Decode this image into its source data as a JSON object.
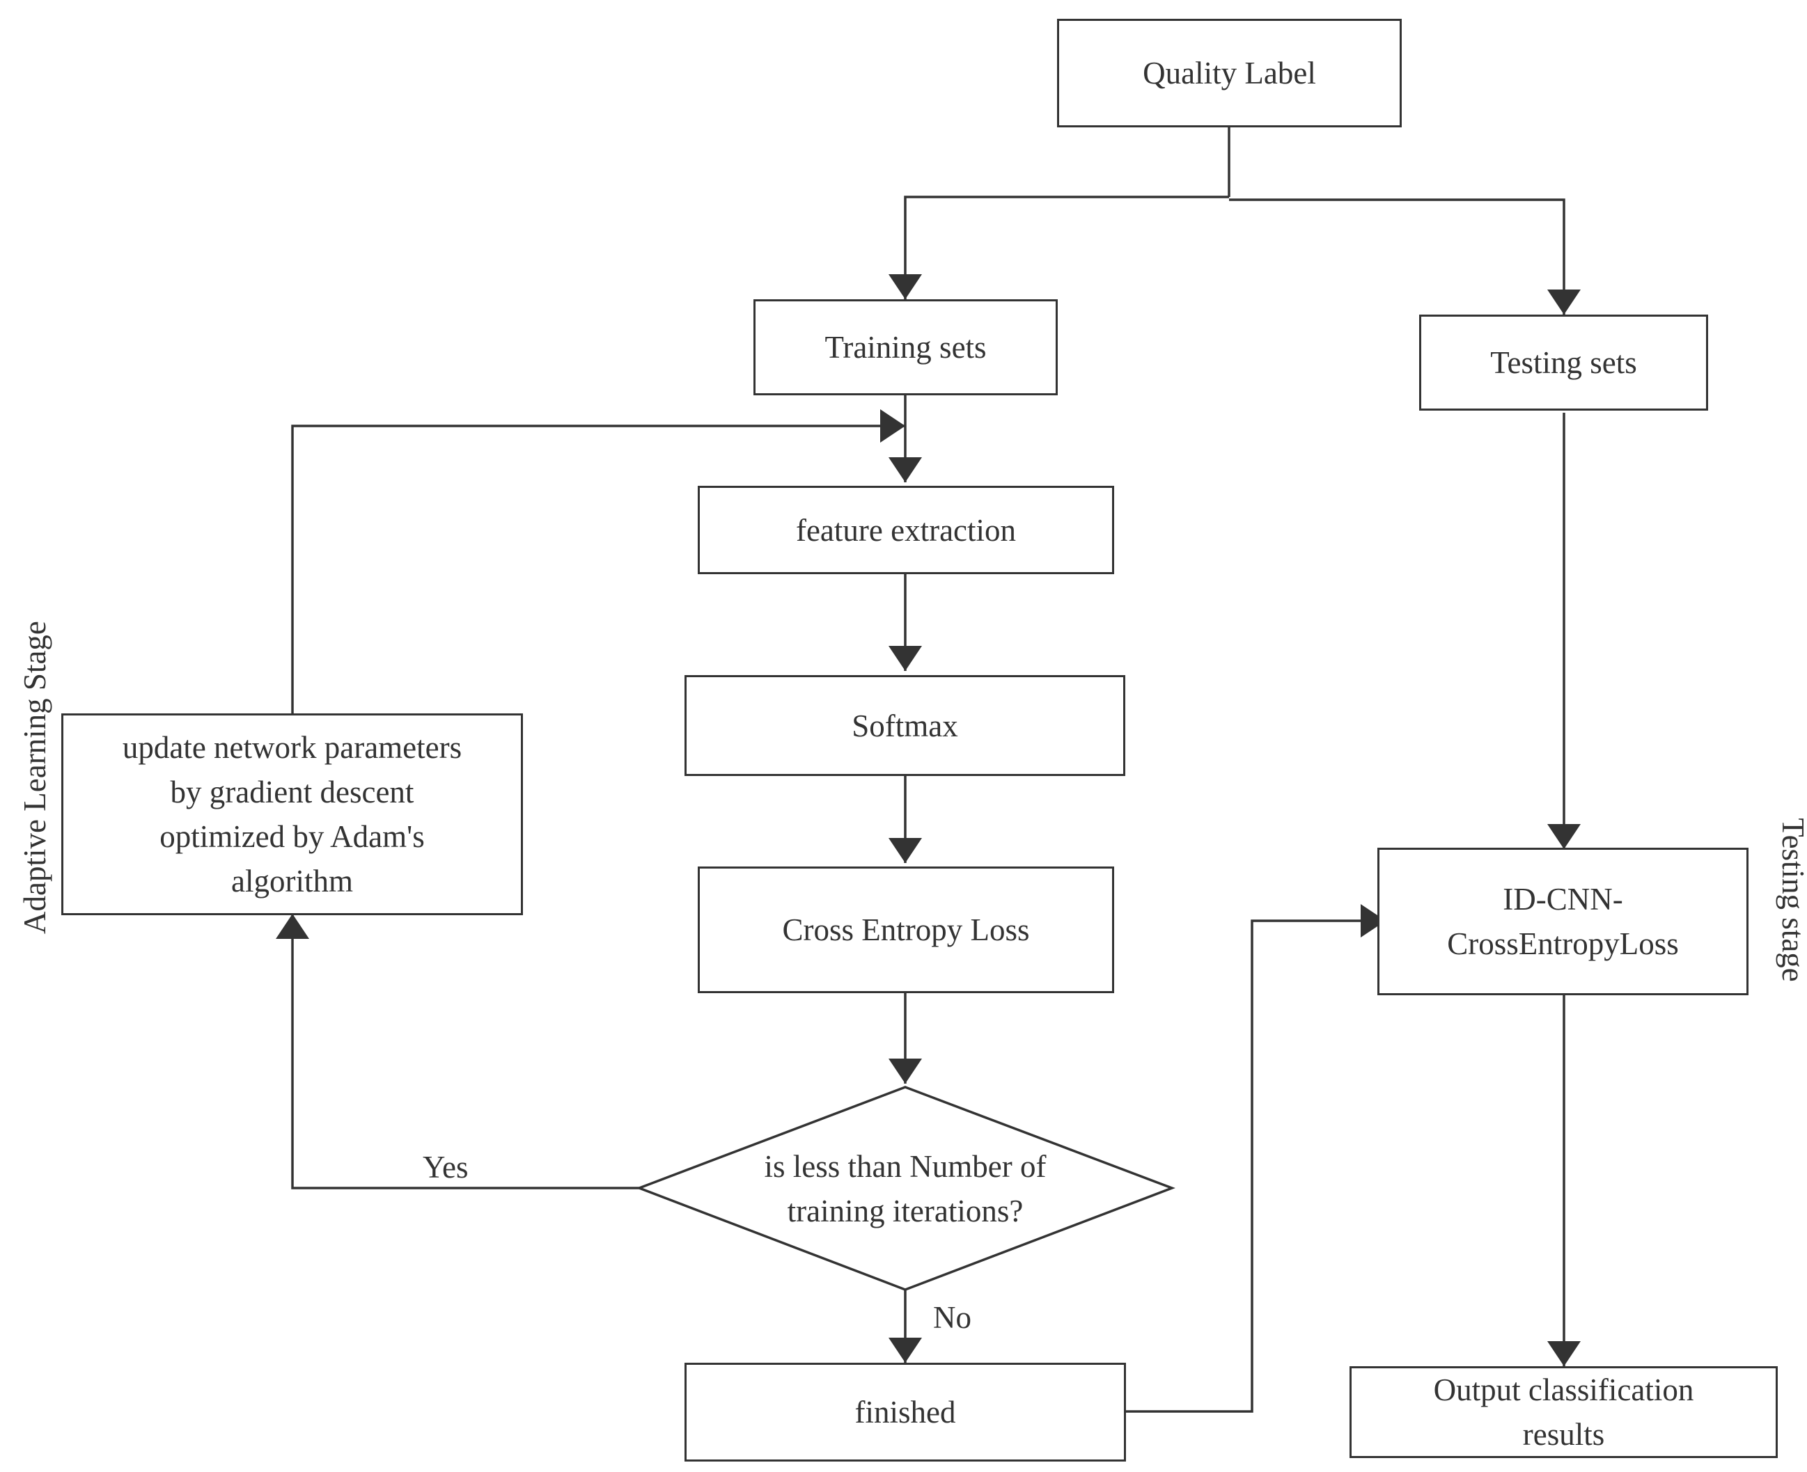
{
  "nodes": {
    "quality_label": "Quality Label",
    "training_sets": "Training sets",
    "testing_sets": "Testing sets",
    "feature_extraction": "feature extraction",
    "softmax": "Softmax",
    "cross_entropy_loss": "Cross Entropy Loss",
    "update_params": {
      "line1": "update network parameters",
      "line2": "by gradient descent",
      "line3": "optimized by Adam's",
      "line4": "algorithm"
    },
    "decision": {
      "line1": "is less than Number of",
      "line2": "training iterations?"
    },
    "finished": "finished",
    "model": {
      "line1": "ID-CNN-",
      "line2": "CrossEntropyLoss"
    },
    "output": {
      "line1": "Output classification",
      "line2": "results"
    }
  },
  "edge_labels": {
    "yes": "Yes",
    "no": "No"
  },
  "stages": {
    "adaptive": "Adaptive Learning Stage",
    "testing": "Testing stage"
  },
  "colors": {
    "stroke": "#333333",
    "background": "#ffffff"
  }
}
